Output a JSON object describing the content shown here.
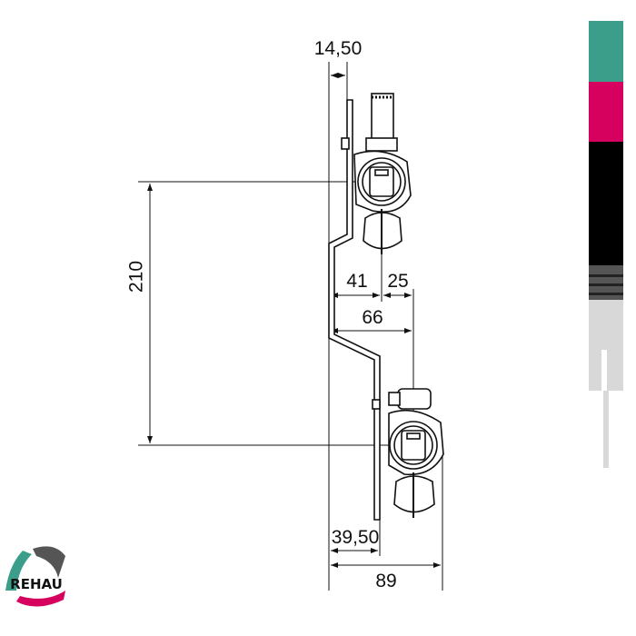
{
  "drawing": {
    "dimensions": {
      "bracket_offset": "14,50",
      "center_distance": "210",
      "top_outlet_depth": "41",
      "outlet_offset": "25",
      "bottom_outlet_depth": "66",
      "bottom_bracket_depth": "39,50",
      "total_depth": "89"
    }
  },
  "logo": {
    "text": "REHAU"
  },
  "colors": {
    "teal": "#3a9e8a",
    "magenta": "#d6005f",
    "black": "#000000",
    "grey": "#d8d8d8"
  }
}
